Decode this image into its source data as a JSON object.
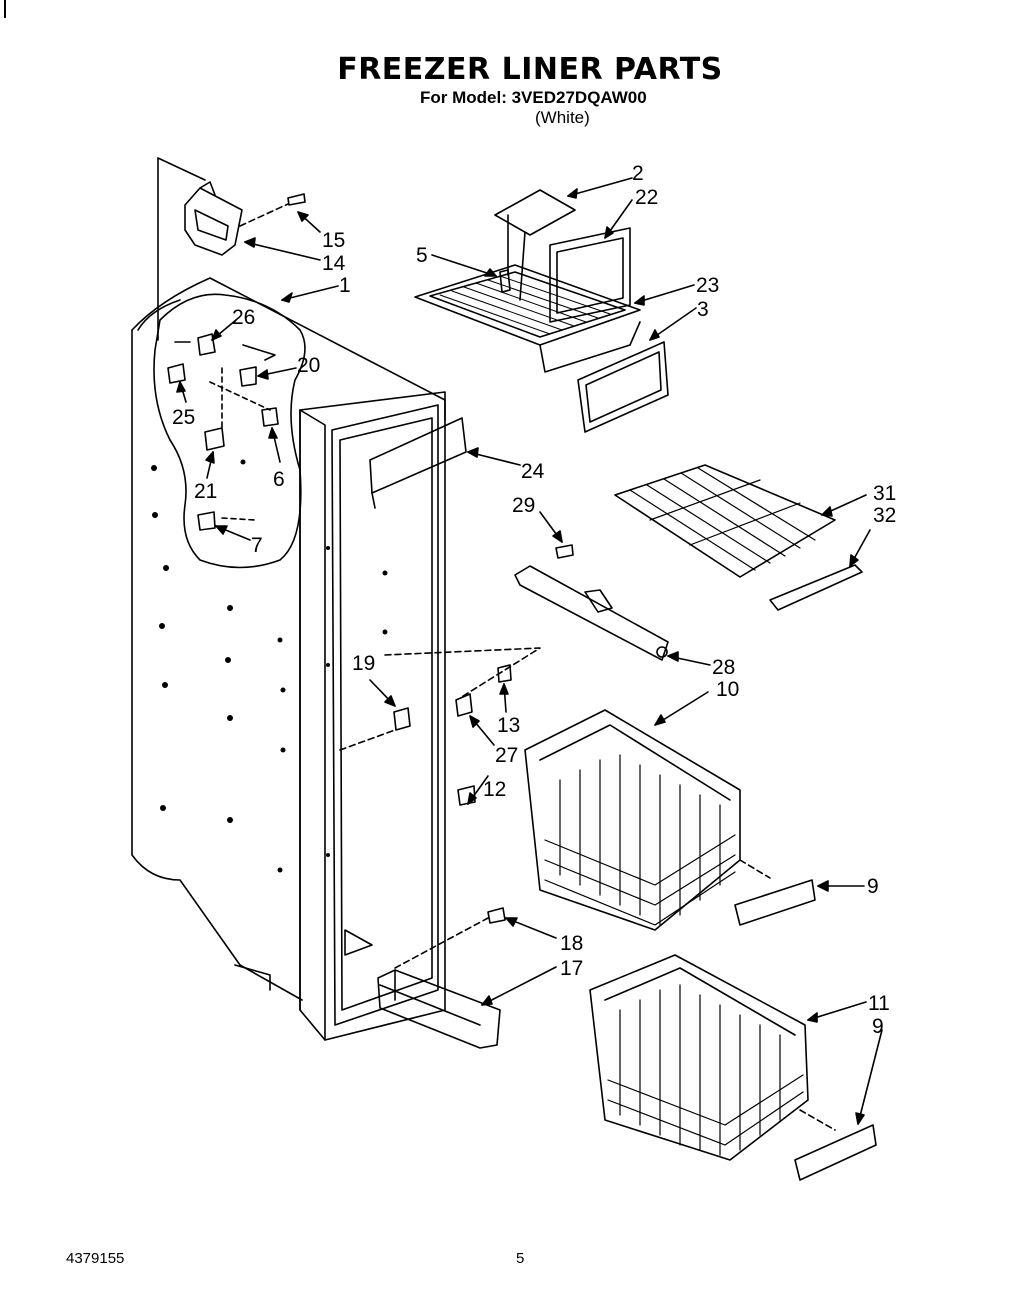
{
  "header": {
    "title": "FREEZER LINER PARTS",
    "model_line": "For Model: 3VED27DQAW00",
    "variant": "(White)"
  },
  "diagram": {
    "callouts": [
      {
        "id": "c1",
        "label": "1"
      },
      {
        "id": "c2",
        "label": "2"
      },
      {
        "id": "c22",
        "label": "22"
      },
      {
        "id": "c5",
        "label": "5"
      },
      {
        "id": "c23",
        "label": "23"
      },
      {
        "id": "c3",
        "label": "3"
      },
      {
        "id": "c15",
        "label": "15"
      },
      {
        "id": "c14",
        "label": "14"
      },
      {
        "id": "c26",
        "label": "26"
      },
      {
        "id": "c20",
        "label": "20"
      },
      {
        "id": "c25",
        "label": "25"
      },
      {
        "id": "c6",
        "label": "6"
      },
      {
        "id": "c21",
        "label": "21"
      },
      {
        "id": "c7",
        "label": "7"
      },
      {
        "id": "c24",
        "label": "24"
      },
      {
        "id": "c29",
        "label": "29"
      },
      {
        "id": "c31",
        "label": "31"
      },
      {
        "id": "c32",
        "label": "32"
      },
      {
        "id": "c28",
        "label": "28"
      },
      {
        "id": "c10",
        "label": "10"
      },
      {
        "id": "c19",
        "label": "19"
      },
      {
        "id": "c13",
        "label": "13"
      },
      {
        "id": "c27",
        "label": "27"
      },
      {
        "id": "c12",
        "label": "12"
      },
      {
        "id": "c9a",
        "label": "9"
      },
      {
        "id": "c18",
        "label": "18"
      },
      {
        "id": "c17",
        "label": "17"
      },
      {
        "id": "c11",
        "label": "11"
      },
      {
        "id": "c9b",
        "label": "9"
      }
    ]
  },
  "footer": {
    "doc_number": "4379155",
    "page_number": "5"
  }
}
